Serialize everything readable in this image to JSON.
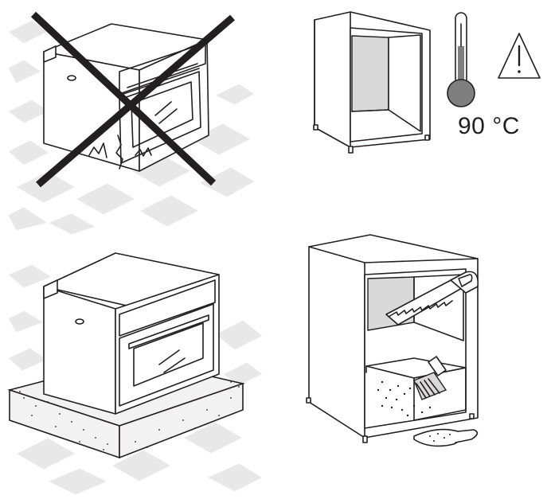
{
  "temperature_label": "90 °C",
  "colors": {
    "line": "#231f20",
    "tile": "#e8e8e8",
    "shade": "#d9d9d9",
    "thermo_fill": "#7f7f7f",
    "speckle_bg": "#f2f2f2"
  },
  "icons": [
    "oven",
    "cross-mark",
    "cabinet",
    "thermometer",
    "warning-triangle",
    "insulation-base",
    "saw",
    "brush",
    "dustpan"
  ]
}
